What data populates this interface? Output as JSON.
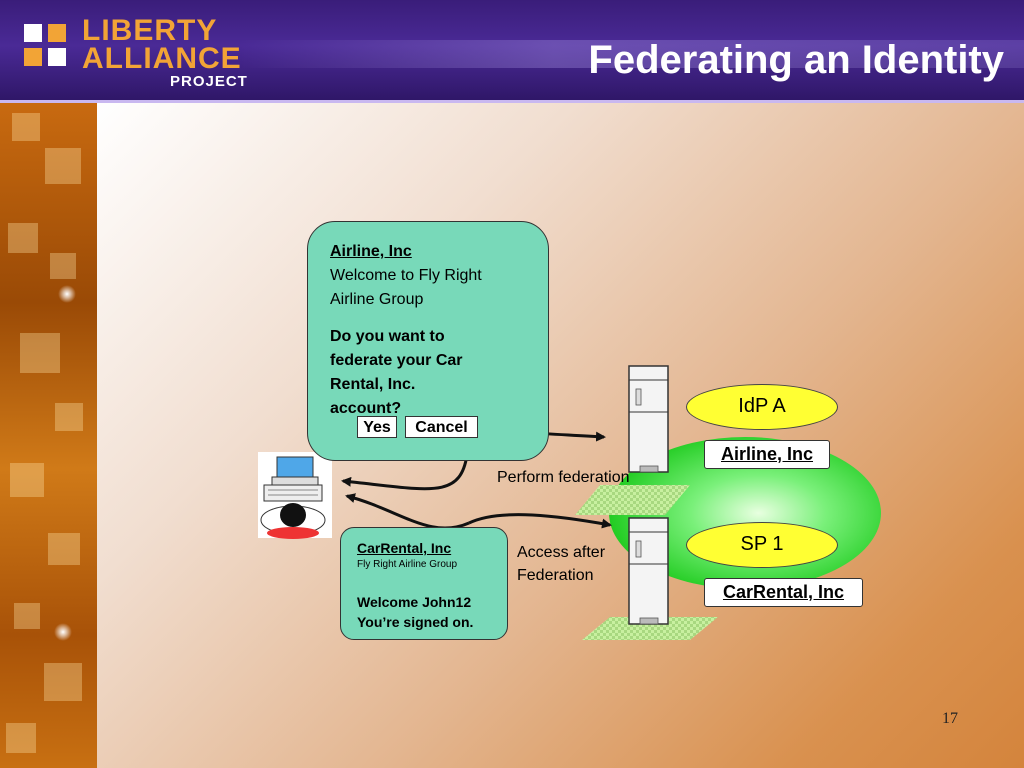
{
  "header": {
    "logo_line1": "LIBERTY",
    "logo_line2": "ALLIANCE",
    "logo_line3": "PROJECT",
    "title": "Federating an Identity"
  },
  "dialog": {
    "title": "Airline, Inc",
    "welcome_line1": "Welcome to Fly Right",
    "welcome_line2": "Airline Group",
    "question_line1": "Do you want to",
    "question_line2": "federate your Car",
    "question_line3": "Rental, Inc.",
    "question_line4": "account?",
    "yes_label": "Yes",
    "cancel_label": "Cancel"
  },
  "welcome_box": {
    "title": "CarRental, Inc",
    "subtitle": "Fly Right Airline Group",
    "line1": "Welcome John12",
    "line2": "You’re signed on."
  },
  "labels": {
    "perform": "Perform federation",
    "access_line1": "Access after",
    "access_line2": "Federation"
  },
  "idp": {
    "oval": "IdP A",
    "name": "Airline, Inc"
  },
  "sp": {
    "oval": "SP 1",
    "name": "CarRental, Inc"
  },
  "page_number": "17",
  "colors": {
    "header_bg": "#3a1d7a",
    "logo_orange": "#f2a436",
    "dialog_fill": "#78d9b9",
    "oval_fill": "#ffff33",
    "federation_green": "#33dd33"
  }
}
